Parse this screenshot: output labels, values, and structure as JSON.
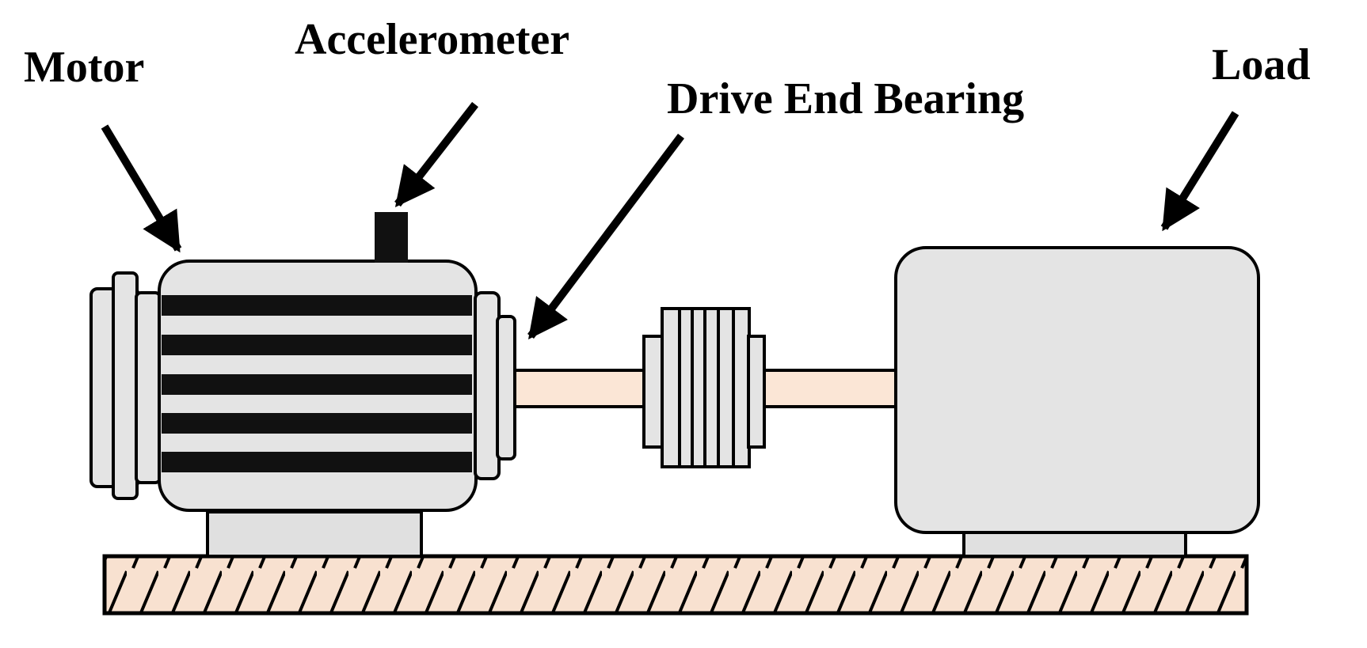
{
  "labels": {
    "motor": "Motor",
    "accelerometer": "Accelerometer",
    "drive_end_bearing": "Drive End Bearing",
    "load": "Load"
  },
  "colors": {
    "stroke": "#000000",
    "housing": "#e4e4e4",
    "flange": "#e0e0e0",
    "shaft": "#fbe6d6",
    "base": "#f8e1d0",
    "sensor": "#111111",
    "background": "#ffffff"
  }
}
